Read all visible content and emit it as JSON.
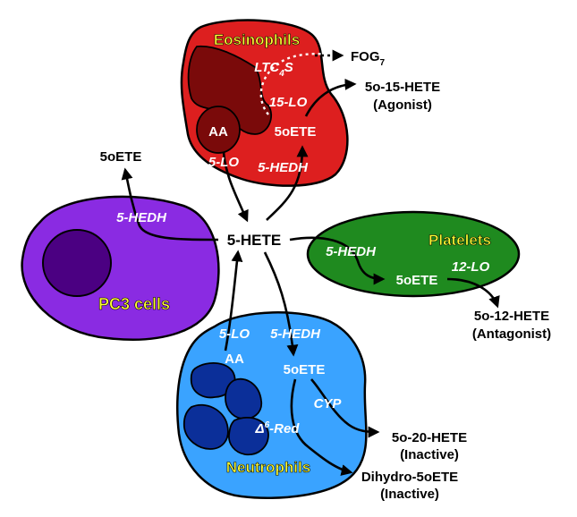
{
  "center": {
    "label": "5-HETE"
  },
  "eosinophils": {
    "name": "Eosinophils",
    "color": "#dd1f1f",
    "aa": "AA",
    "five_lo": "5-LO",
    "five_hedh": "5-HEDH",
    "oete": "5oETE",
    "ltc4s_main": "LTC",
    "ltc4s_sub": "4",
    "ltc4s_end": "S",
    "fifteen_lo": "15-LO",
    "fog_main": "FOG",
    "fog_sub": "7",
    "product": "5o-15-HETE",
    "product_note": "(Agonist)"
  },
  "pc3": {
    "name": "PC3 cells",
    "color": "#8a2be2",
    "five_hedh": "5-HEDH",
    "oete": "5oETE"
  },
  "platelets": {
    "name": "Platelets",
    "color": "#1f8a1f",
    "five_hedh": "5-HEDH",
    "oete": "5oETE",
    "twelve_lo": "12-LO",
    "product": "5o-12-HETE",
    "product_note": "(Antagonist)"
  },
  "neutrophils": {
    "name": "Neutrophils",
    "color": "#2f9dff",
    "aa": "AA",
    "five_lo": "5-LO",
    "five_hedh": "5-HEDH",
    "oete": "5oETE",
    "cyp": "CYP",
    "red_delta": "Δ",
    "red_sup": "6",
    "red_end": "-Red",
    "product1": "5o-20-HETE",
    "product1_note": "(Inactive)",
    "product2": "Dihydro-5oETE",
    "product2_note": "(Inactive)"
  }
}
